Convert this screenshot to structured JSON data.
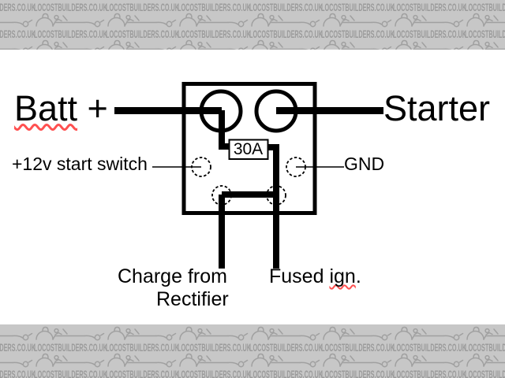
{
  "watermark": {
    "text": "LOCOSTBUILDERS.CO.UK",
    "tile_count": 9,
    "top_banner_rows": [
      "text",
      "icon",
      "text",
      "icon"
    ],
    "bottom_banner_rows": [
      "icon",
      "text",
      "icon",
      "text"
    ],
    "colors": {
      "background": "#c7c7c7",
      "text": "#9b9b9b",
      "icon": "#a0a0a0"
    }
  },
  "diagram": {
    "colors": {
      "ink": "#000000",
      "paper": "#ffffff",
      "spellcheck": "#ff5050"
    },
    "battery_label": {
      "word": "Batt",
      "suffix": " +"
    },
    "starter_label": "Starter",
    "start_switch_label": "+12v start switch",
    "ground_label": "GND",
    "fuse_label": "30A",
    "charge_label_line1": "Charge from",
    "charge_label_line2": "Rectifier",
    "fused_ignition": {
      "prefix": "Fused ",
      "word": "ign",
      "suffix": "."
    }
  }
}
